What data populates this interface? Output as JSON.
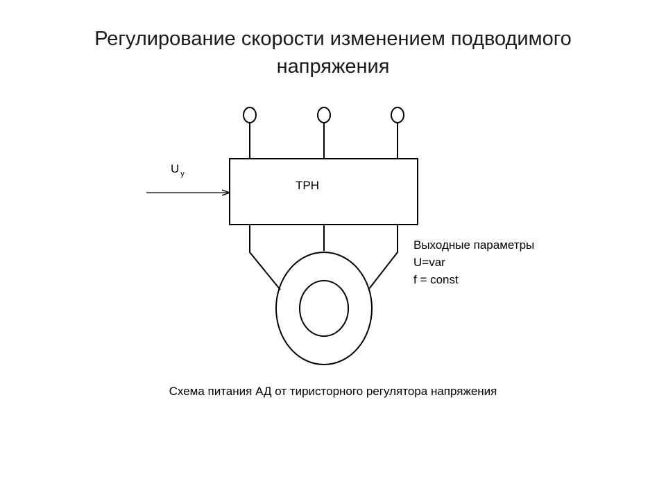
{
  "title": {
    "line1": "Регулирование скорости изменением подводимого",
    "line2": "напряжения"
  },
  "diagram": {
    "input_label": "U",
    "input_label_sub": "у",
    "block_label": "ТРН",
    "output_params": {
      "heading": "Выходные параметры",
      "voltage": "U=var",
      "frequency": "f = const"
    }
  },
  "caption": "Схема питания АД от тиристорного регулятора напряжения"
}
